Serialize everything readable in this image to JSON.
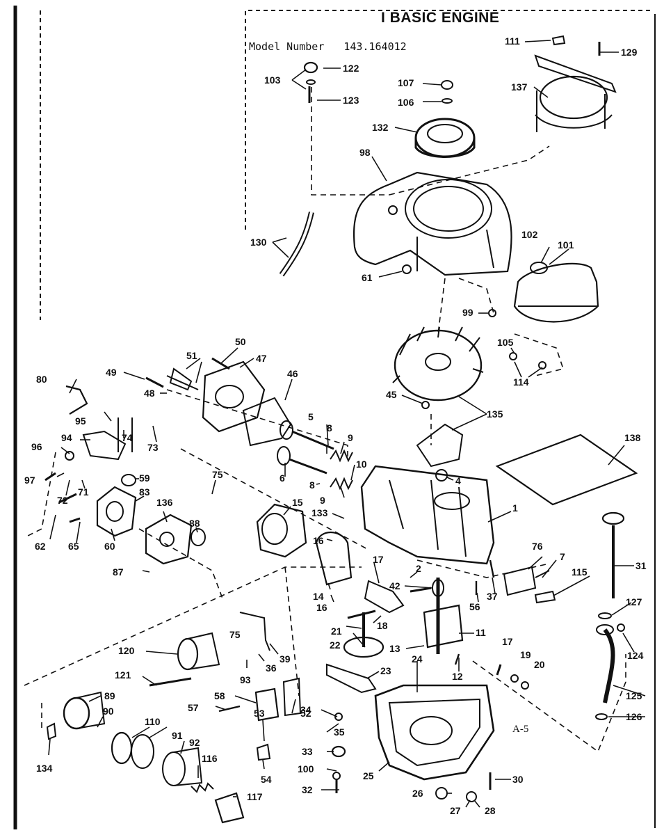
{
  "header": {
    "title": "I BASIC ENGINE",
    "model_label": "Model Number",
    "model_number": "143.164012"
  },
  "page_ref": "A-5",
  "callouts": [
    "1",
    "2",
    "4",
    "5",
    "6",
    "7",
    "8",
    "9",
    "10",
    "11",
    "12",
    "13",
    "14",
    "15",
    "16",
    "17",
    "18",
    "19",
    "20",
    "21",
    "22",
    "23",
    "24",
    "25",
    "26",
    "27",
    "28",
    "30",
    "31",
    "32",
    "33",
    "34",
    "35",
    "36",
    "37",
    "39",
    "42",
    "45",
    "46",
    "47",
    "48",
    "49",
    "50",
    "51",
    "52",
    "53",
    "54",
    "56",
    "57",
    "58",
    "59",
    "60",
    "61",
    "62",
    "65",
    "71",
    "72",
    "73",
    "74",
    "75",
    "76",
    "80",
    "83",
    "87",
    "88",
    "89",
    "90",
    "91",
    "92",
    "93",
    "94",
    "95",
    "96",
    "97",
    "98",
    "99",
    "100",
    "101",
    "102",
    "103",
    "105",
    "106",
    "107",
    "110",
    "111",
    "114",
    "115",
    "116",
    "117",
    "120",
    "121",
    "122",
    "123",
    "124",
    "125",
    "126",
    "127",
    "129",
    "130",
    "132",
    "133",
    "134",
    "135",
    "136",
    "137",
    "138"
  ]
}
